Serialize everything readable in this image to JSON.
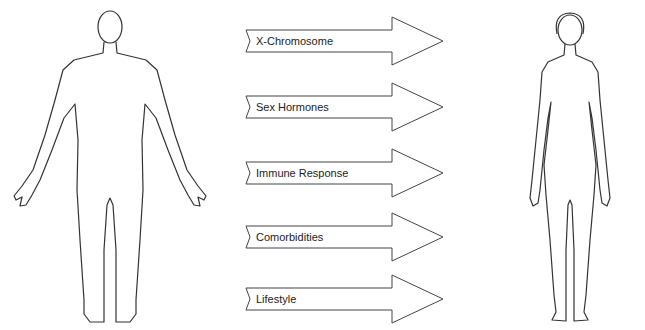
{
  "diagram": {
    "nodes": [
      {
        "text": [
          "X-Chromosome"
        ]
      },
      {
        "text": [
          "Sex Hormones"
        ]
      },
      {
        "text": [
          "Immune Response"
        ]
      },
      {
        "text": [
          "Comorbidities"
        ]
      },
      {
        "text": [
          "Lifestyle"
        ]
      }
    ]
  }
}
